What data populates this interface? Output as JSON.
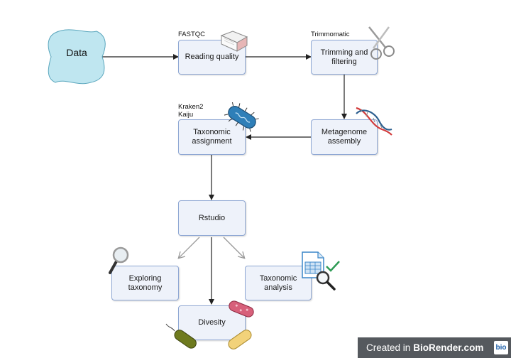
{
  "nodes": {
    "data": "Data",
    "reading_quality": "Reading quality",
    "trimming": "Trimming and\nfiltering",
    "assembly": "Metagenome\nassembly",
    "taxonomic_assignment": "Taxonomic\nassignment",
    "rstudio": "Rstudio",
    "exploring": "Exploring\ntaxonomy",
    "taxonomic_analysis": "Taxonomic\nanalysis",
    "diversity": "Divesity"
  },
  "tools": {
    "fastqc": "FASTQC",
    "trimmomatic": "Trimmomatic",
    "kraken_kaiju": "Kraken2\nKaiju"
  },
  "watermark": {
    "prefix": "Created in",
    "brand": "BioRender.com",
    "logo": "bio"
  },
  "colors": {
    "box_fill": "#eef2fa",
    "box_border": "#8fa8d4",
    "data_cloud": "#bfe6f0",
    "arrow": "#222222",
    "light_arrow": "#999999"
  },
  "icons": [
    "book-icon",
    "scissors-icon",
    "dna-icon",
    "bacterium-icon",
    "magnifier-icon",
    "spreadsheet-icon",
    "checkmark-icon",
    "bacteria-icon"
  ]
}
